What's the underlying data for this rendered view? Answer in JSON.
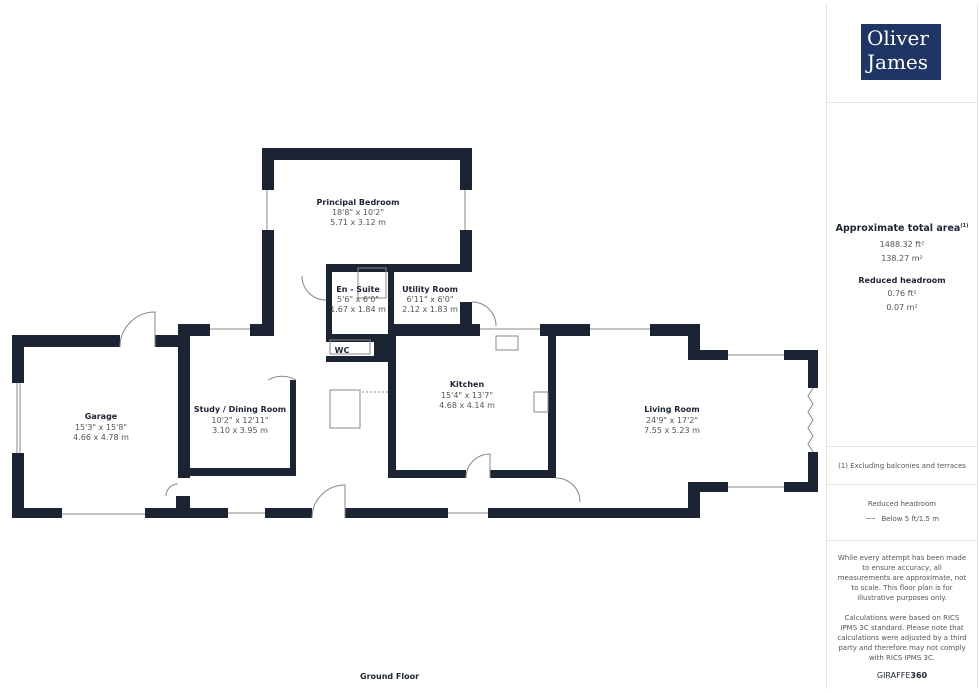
{
  "brand": {
    "logo_line1": "Oliver",
    "logo_line2": "James",
    "color": "#1f3566"
  },
  "wall_color": "#1c2333",
  "rooms": [
    {
      "name": "Principal Bedroom",
      "imperial": "18'8\" x 10'2\"",
      "metric": "5.71 x 3.12 m"
    },
    {
      "name": "En - Suite",
      "imperial": "5'6\" x 6'0\"",
      "metric": "1.67 x 1.84 m"
    },
    {
      "name": "Utility Room",
      "imperial": "6'11\" x 6'0\"",
      "metric": "2.12 x 1.83 m"
    },
    {
      "name": "WC",
      "imperial": "",
      "metric": ""
    },
    {
      "name": "Garage",
      "imperial": "15'3\" x 15'8\"",
      "metric": "4.66 x 4.78 m"
    },
    {
      "name": "Study / Dining Room",
      "imperial": "10'2\" x 12'11\"",
      "metric": "3.10 x 3.95 m"
    },
    {
      "name": "Kitchen",
      "imperial": "15'4\" x 13'7\"",
      "metric": "4.68 x 4.14 m"
    },
    {
      "name": "Living Room",
      "imperial": "24'9\" x 17'2\"",
      "metric": "7.55 x 5.23 m"
    }
  ],
  "floor_label": "Ground Floor",
  "panel": {
    "total_title": "Approximate total area",
    "total_sup": "(1)",
    "total_ft": "1488.32 ft²",
    "total_m": "138.27 m²",
    "reduced_title": "Reduced headroom",
    "reduced_ft": "0.76 ft²",
    "reduced_m": "0.07 m²",
    "excluding_note": "(1) Excluding balconies and terraces",
    "legend_title": "Reduced headroom",
    "legend_item": "Below 5 ft/1.5 m",
    "disclaimer1": "While every attempt has been made to ensure accuracy, all measurements are approximate, not to scale. This floor plan is for illustrative purposes only.",
    "disclaimer2": "Calculations were based on RICS IPMS 3C standard. Please note that calculations were adjusted by a third party and therefore may not comply with RICS IPMS 3C.",
    "provider_a": "GIRAFFE",
    "provider_b": "360"
  }
}
